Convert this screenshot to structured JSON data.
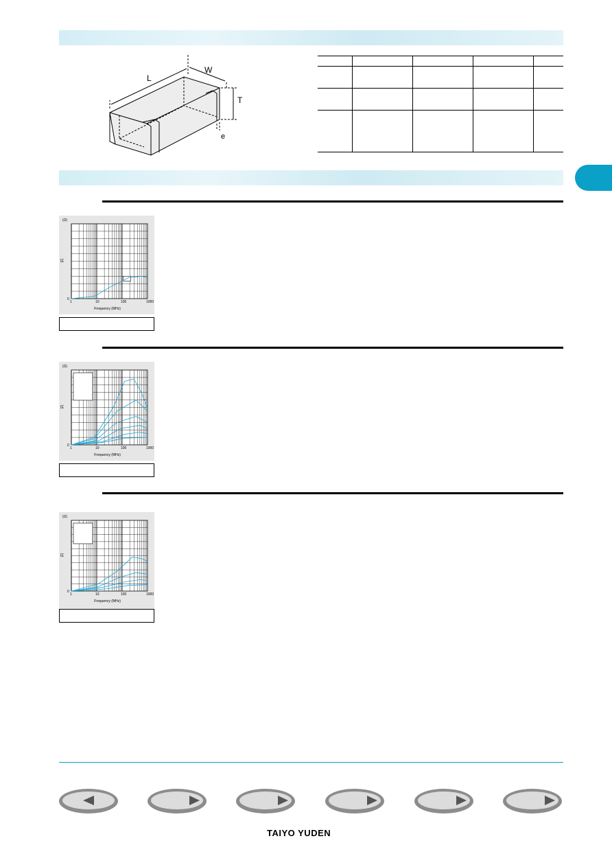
{
  "diagram": {
    "label_L": "L",
    "label_W": "W",
    "label_T": "T",
    "label_e": "e"
  },
  "charts": [
    {
      "unit": "(Ω)",
      "ylabel": "|Z|",
      "y0": "0",
      "xlabel": "Frequency  (MHz)",
      "xticks": [
        "1",
        "10",
        "100",
        "1000"
      ]
    },
    {
      "unit": "(Ω)",
      "ylabel": "|Z|",
      "y0": "0",
      "xlabel": "Frequency  (MHz)",
      "xticks": [
        "1",
        "10",
        "100",
        "1000"
      ]
    },
    {
      "unit": "(Ω)",
      "ylabel": "|Z|",
      "y0": "0",
      "xlabel": "Frequency  (MHz)",
      "xticks": [
        "1",
        "10",
        "100",
        "1000"
      ]
    }
  ],
  "footer": {
    "brand": "TAIYO YUDEN"
  },
  "colors": {
    "accent": "#0aa0c8",
    "band": "#d4eef6",
    "curve": "#1aa6d6"
  },
  "nav": [
    {
      "icon": "arrow-left-icon"
    },
    {
      "icon": "arrow-right-icon"
    },
    {
      "icon": "arrow-right-icon"
    },
    {
      "icon": "arrow-right-icon"
    },
    {
      "icon": "arrow-right-icon"
    },
    {
      "icon": "arrow-right-icon"
    }
  ]
}
